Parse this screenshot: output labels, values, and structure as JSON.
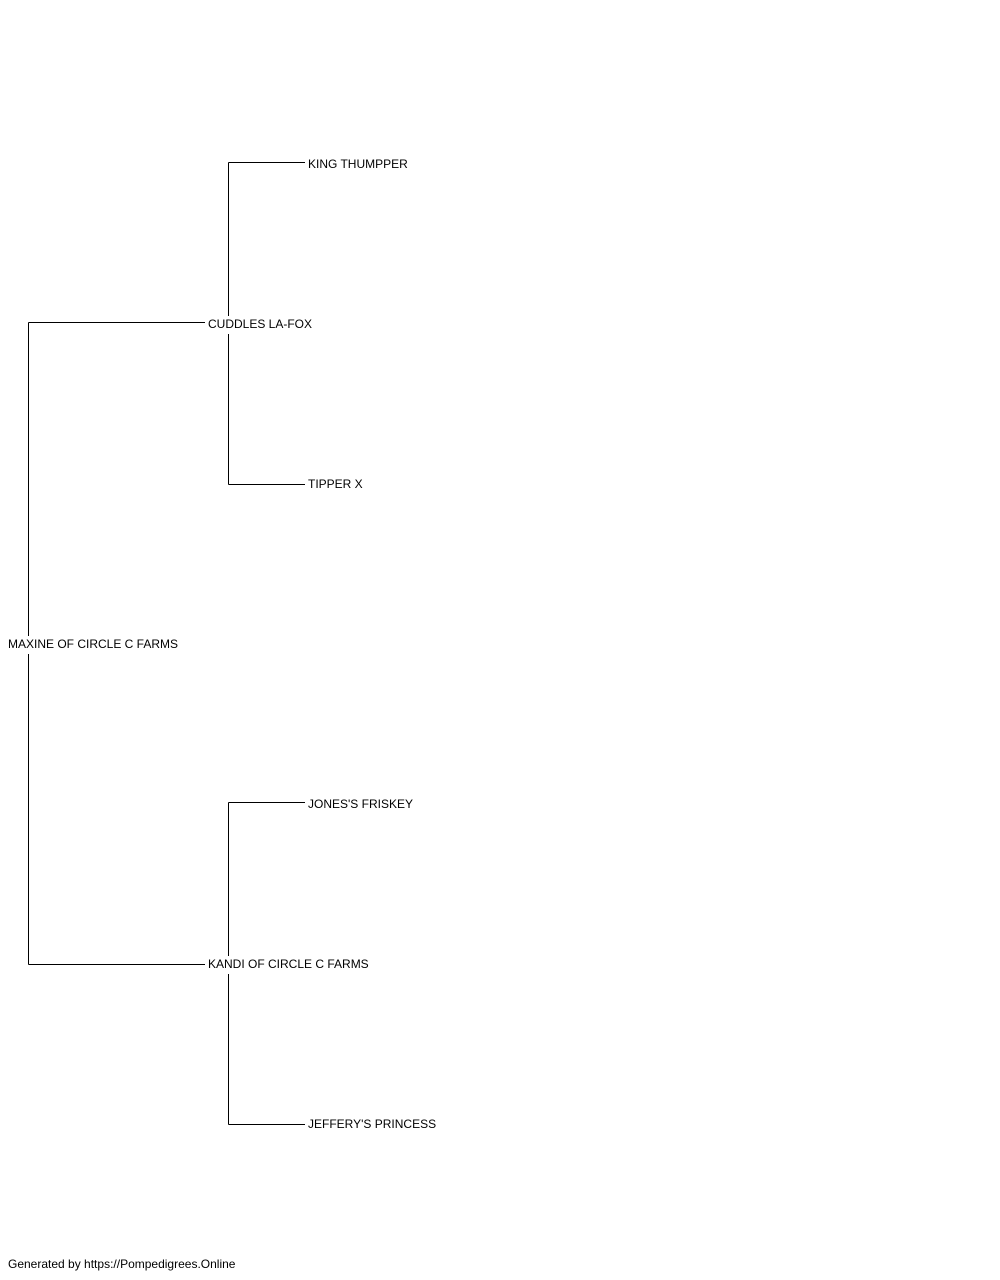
{
  "pedigree": {
    "subject": "MAXINE OF CIRCLE C FARMS",
    "sire": "CUDDLES LA-FOX",
    "dam": "KANDI OF CIRCLE C FARMS",
    "sire_sire": "KING THUMPPER",
    "sire_dam": "TIPPER X",
    "dam_sire": "JONES'S FRISKEY",
    "dam_dam": "JEFFERY'S PRINCESS"
  },
  "footer": {
    "text": "Generated by https://Pompedigrees.Online"
  },
  "colors": {
    "line": "#000000",
    "text": "#000000",
    "background": "#ffffff"
  }
}
